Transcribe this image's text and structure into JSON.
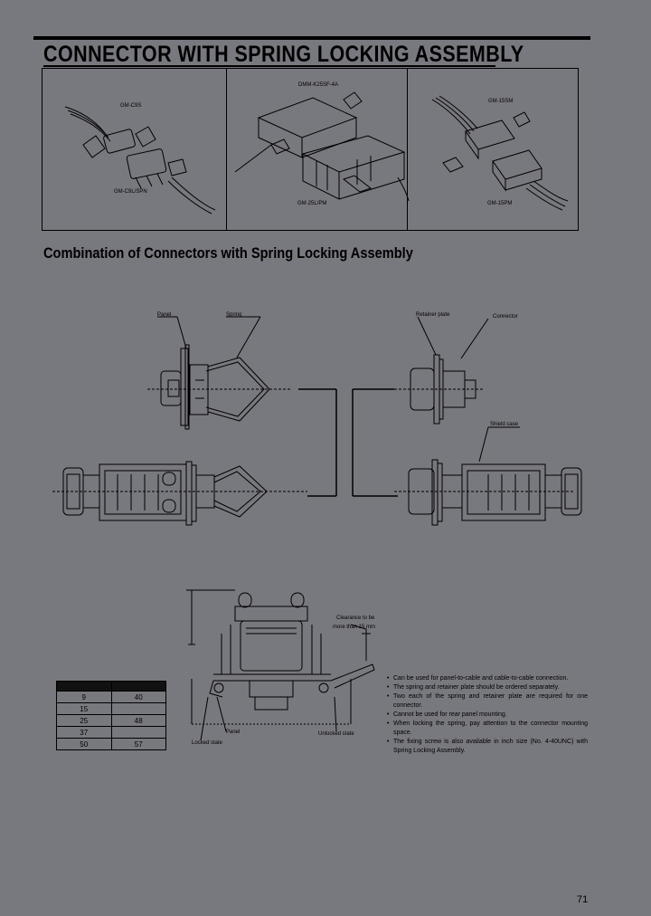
{
  "header": {
    "title": "CONNECTOR WITH SPRING LOCKING ASSEMBLY"
  },
  "photos": {
    "left": {
      "label_top": "GM-C9S",
      "label_bottom": "GM-C9L/SPN"
    },
    "middle": {
      "label_top": "DMM-K25SF-4A",
      "label_bottom": "GM-25L/PM"
    },
    "right": {
      "label_top": "GM-15SM",
      "label_bottom": "GM-15PM"
    }
  },
  "section": {
    "subtitle": "Combination of Connectors with Spring Locking Assembly"
  },
  "diagram": {
    "label_panel": "Panel",
    "label_spring": "Spring",
    "label_retainer": "Retainer plate",
    "label_connector": "Connector",
    "label_shield": "Shield case"
  },
  "dimension_drawing": {
    "clearance_line1": "Clearance to be",
    "clearance_line2": "more than 15 mm",
    "label_panel": "Panel",
    "label_locked": "Locked state",
    "label_unlocked": "Unlocked state"
  },
  "table": {
    "header": [
      "",
      ""
    ],
    "rows": [
      [
        "9",
        "40"
      ],
      [
        "15",
        ""
      ],
      [
        "25",
        "48"
      ],
      [
        "37",
        ""
      ],
      [
        "50",
        "57"
      ]
    ]
  },
  "notes": [
    "Can be used for panel-to-cable and cable-to-cable connection.",
    "The spring and retainer plate should be ordered separately.",
    "Two each of the spring and retainer plate are required for one connector.",
    "Cannot be used for rear panel mounting.",
    "When locking the spring, pay attention to the connector mounting space.",
    "The fixing screw is also available in inch size (No. 4-40UNC) with Spring Locking Assembly."
  ],
  "footer": {
    "page_number": "71"
  }
}
